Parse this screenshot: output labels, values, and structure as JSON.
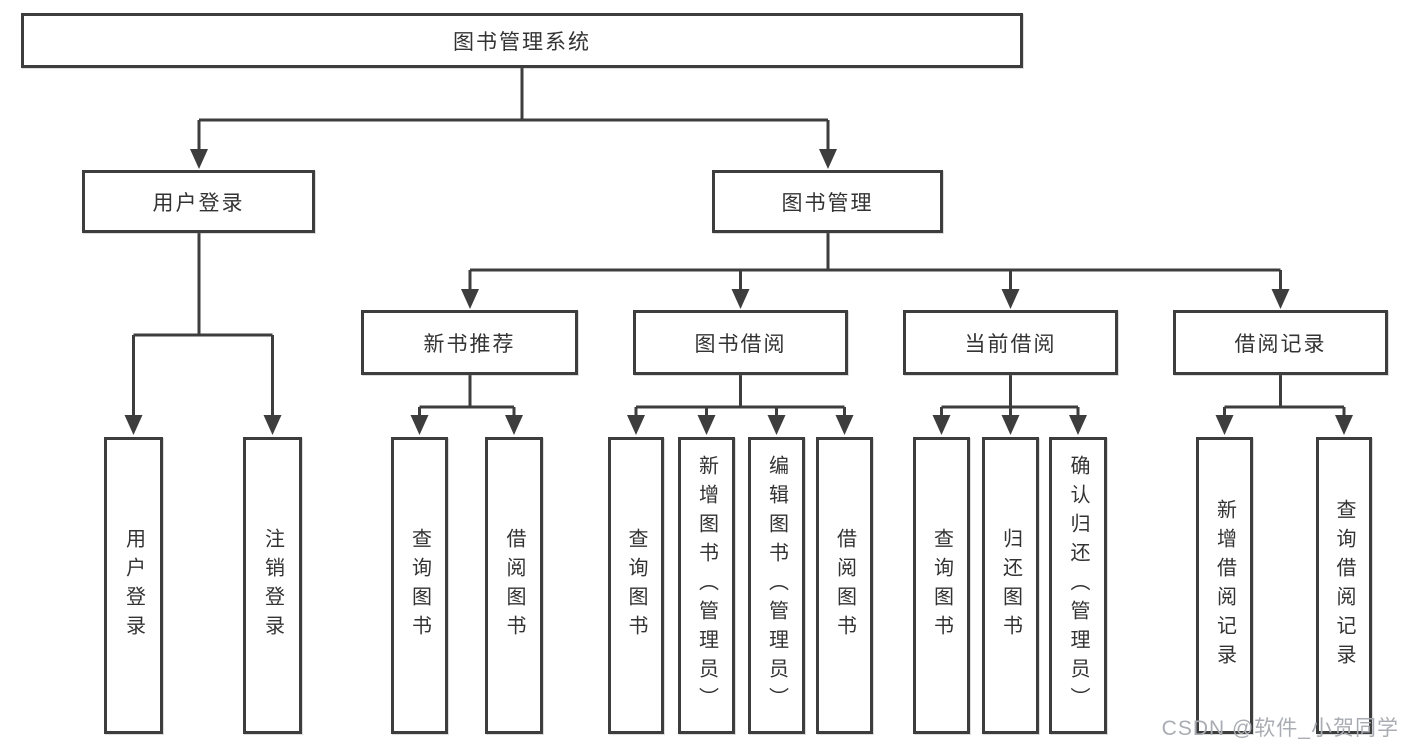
{
  "diagram": {
    "root_label": "图书管理系统",
    "tree": {
      "user": {
        "label": "用户登录",
        "children": [
          "用户登录",
          "注销登录"
        ]
      },
      "book": {
        "label": "图书管理",
        "groups": [
          {
            "label": "新书推荐",
            "children": [
              "查询图书",
              "借阅图书"
            ]
          },
          {
            "label": "图书借阅",
            "children": [
              "查询图书",
              "新增图书（管理员）",
              "编辑图书（管理员）",
              "借阅图书"
            ]
          },
          {
            "label": "当前借阅",
            "children": [
              "查询图书",
              "归还图书",
              "确认归还（管理员）"
            ]
          },
          {
            "label": "借阅记录",
            "children": [
              "新增借阅记录",
              "查询借阅记录"
            ]
          }
        ]
      }
    },
    "watermark": "CSDN @软件_小贺同学",
    "colors": {
      "outline": "#3d3d3d",
      "text": "#333333",
      "background": "#ffffff",
      "watermark": "#a9adb3"
    }
  }
}
